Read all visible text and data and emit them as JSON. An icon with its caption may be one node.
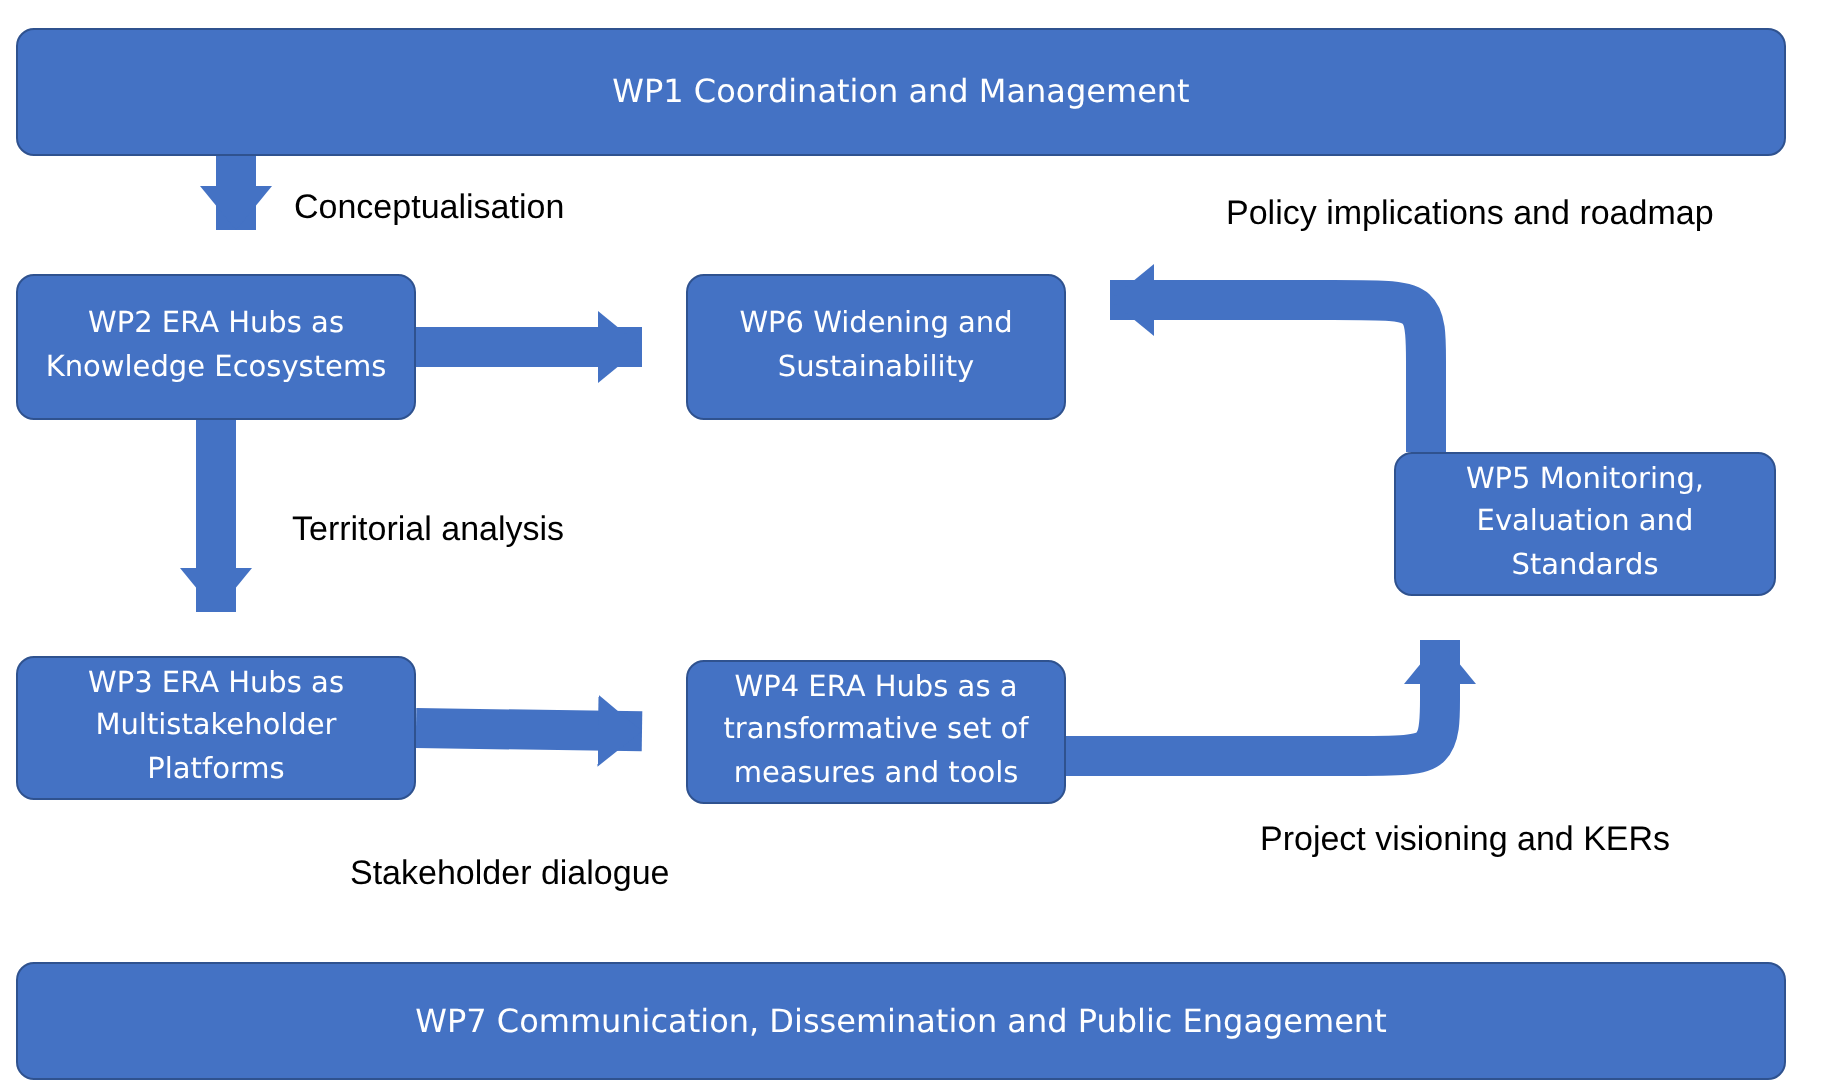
{
  "diagram": {
    "nodes": [
      {
        "text": [
          "WP1 Coordination and Management"
        ]
      },
      {
        "text": [
          "WP2 ERA Hubs as Knowledge Ecosystems"
        ]
      },
      {
        "text": [
          "WP6 Widening and Sustainability"
        ]
      },
      {
        "text": [
          "WP5 Monitoring, Evaluation and Standards"
        ]
      },
      {
        "text": [
          "WP3 ERA Hubs as Multistakeholder Platforms"
        ]
      },
      {
        "text": [
          "WP4 ERA Hubs as a transformative set of measures and tools"
        ]
      },
      {
        "text": [
          "WP7 Communication, Dissemination and Public Engagement"
        ]
      }
    ],
    "edges": [
      {
        "from": 0,
        "to": 1,
        "arrow": "to"
      },
      {
        "from": 1,
        "to": 2,
        "arrow": "to"
      },
      {
        "from": 1,
        "to": 4,
        "arrow": "to"
      },
      {
        "from": 4,
        "to": 5,
        "arrow": "to"
      },
      {
        "from": 5,
        "to": 3,
        "arrow": "to"
      },
      {
        "from": 3,
        "to": 2,
        "arrow": "to"
      }
    ],
    "labels": [
      "Conceptualisation",
      "Policy implications and roadmap",
      "Territorial analysis",
      "Project visioning and KERs",
      "Stakeholder dialogue"
    ]
  }
}
